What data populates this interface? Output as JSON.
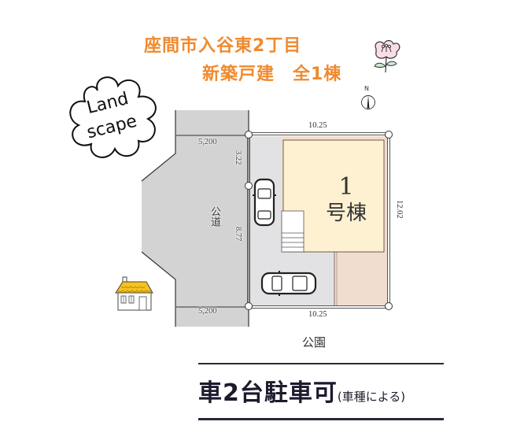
{
  "header": {
    "title_line1": "座間市入谷東2丁目",
    "title_line2": "新築戸建　全1棟",
    "accent_color": "#f08a2e"
  },
  "logo": {
    "line1": "Land",
    "line2": "scape"
  },
  "compass": {
    "label": "N",
    "icon": "north-arrow-icon"
  },
  "decorations": {
    "flower_icon": "flower-icon",
    "house_icon": "house-icon"
  },
  "site_plan": {
    "road_label": "公道",
    "road_width_top": "5,200",
    "road_width_bottom": "5,200",
    "frontage_segment_1": "3.22",
    "frontage_segment_2": "8.77",
    "lot_width_top": "10.25",
    "lot_width_bottom": "10.25",
    "lot_depth_right": "12.02",
    "building_number": "1",
    "building_label": "号棟",
    "south_neighbor": "公園",
    "parking_spaces": 2,
    "colors": {
      "road": "#d3d3d3",
      "parking": "#e2e2e4",
      "lot": "#f1ddd0",
      "building": "#fdf1d2",
      "lot_border": "#ffffff"
    }
  },
  "footer": {
    "main": "車2台駐車可",
    "note": "(車種による)"
  }
}
